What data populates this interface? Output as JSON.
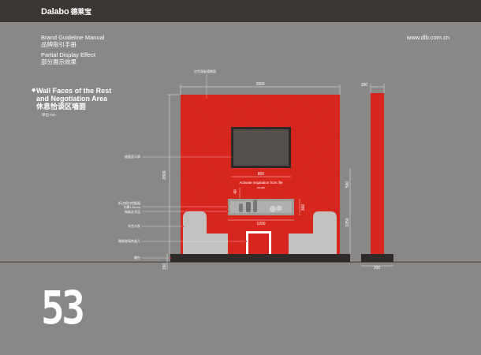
{
  "brand": {
    "logo": "Dalabo",
    "logo_cn": "德莱宝",
    "url": "www.dlb.com.cn"
  },
  "header": {
    "manual_en": "Brand Guideline Manual",
    "manual_cn": "品牌指引手册",
    "display_en": "Partial Display Effect",
    "display_cn": "部分展示效果"
  },
  "section": {
    "title_line1": "Wall Faces of the Rest",
    "title_line2": "and Negotiation Area",
    "title_cn": "休息恰谈区墙面",
    "unit": "单位:mm"
  },
  "drawing": {
    "callout_red_wall": "红色背板墙刷面",
    "callout_screen": "液晶显示屏",
    "callout_shelf_1": "折边喷白铝锻面",
    "callout_shelf_2": "内厚120mm",
    "callout_display": "梅散艺术品",
    "callout_sofa": "灰色沙发",
    "callout_table": "雅致玻璃茶桌几",
    "callout_base": "踏台",
    "slogan": "Activate inspiration from life",
    "slogan_sub": "DALABO",
    "dims": {
      "width": "2800",
      "height": "2800",
      "side_width": "200",
      "side_depth": "200",
      "tv_width": "800",
      "shelf_width": "1200",
      "shelf_height": "300",
      "gap": "40",
      "right_mid": "500",
      "right_low": "1050",
      "base_height": "150"
    }
  },
  "page_number": "53"
}
